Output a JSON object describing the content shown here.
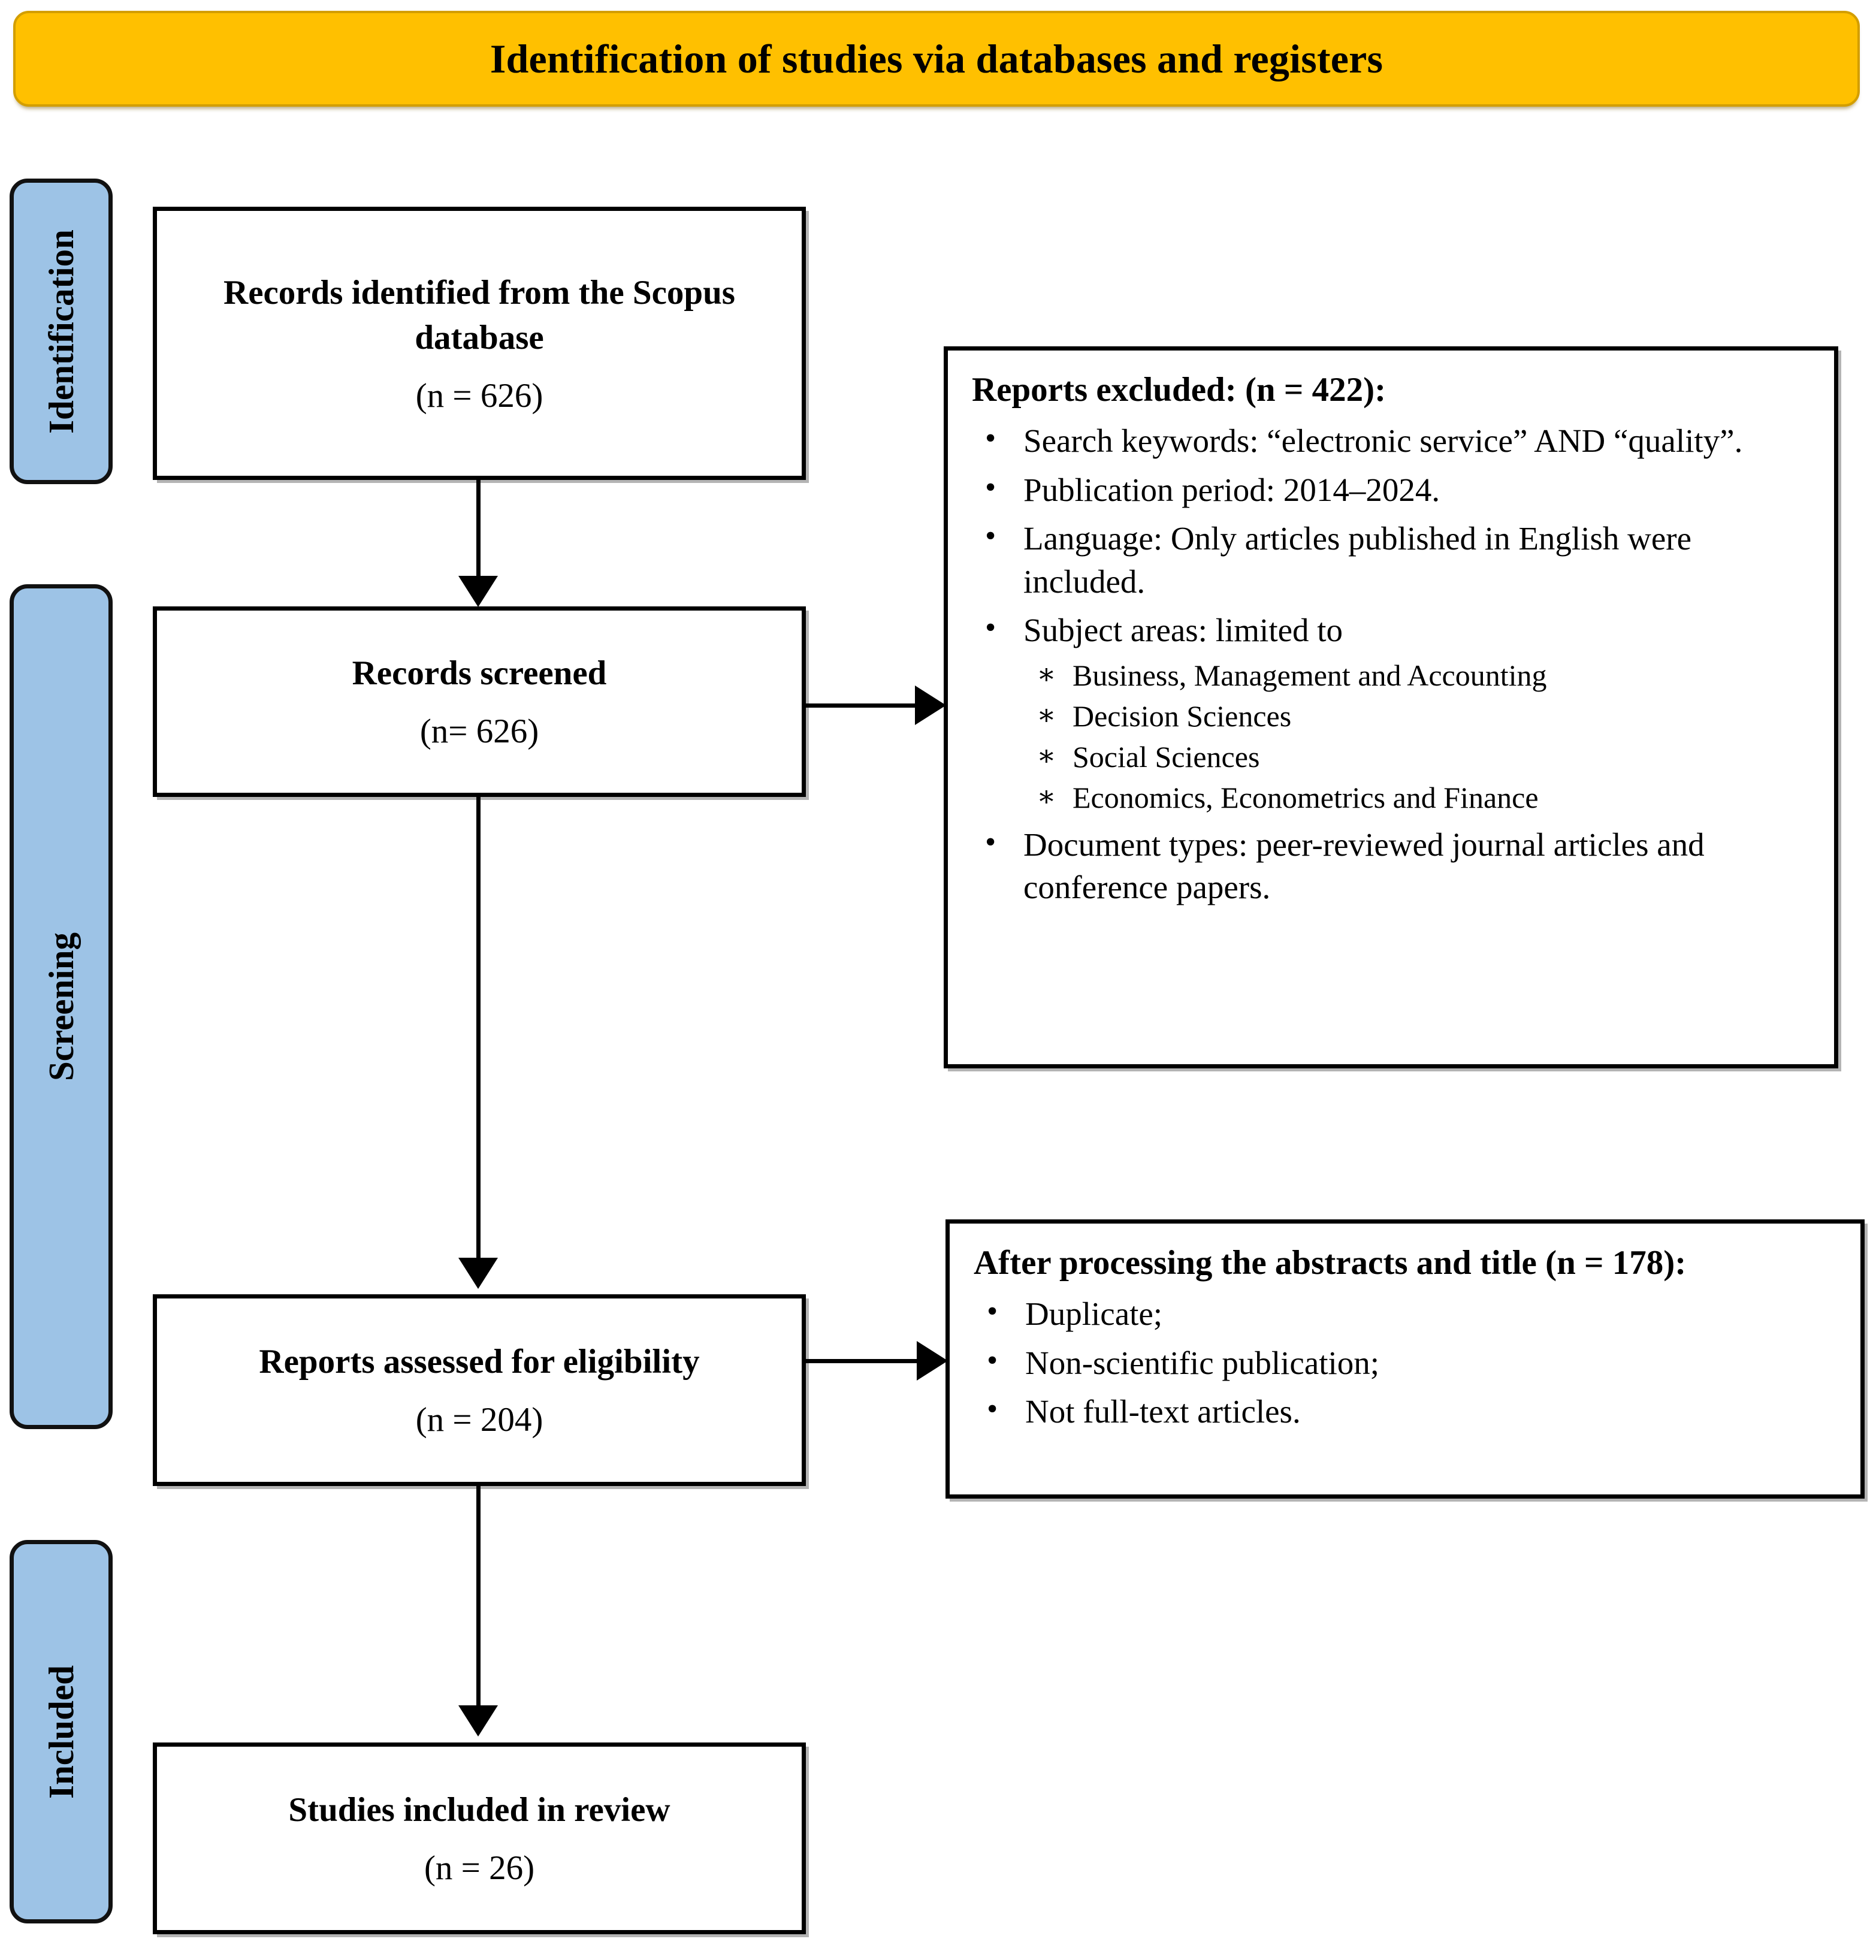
{
  "header": {
    "title": "Identification of studies via databases and registers",
    "background_color": "#FFC000"
  },
  "stages": {
    "bar_color": "#9DC3E6",
    "identification": "Identification",
    "screening": "Screening",
    "included": "Included"
  },
  "boxes": {
    "identified": {
      "title": "Records identified from the Scopus database",
      "count": "(n = 626)"
    },
    "screened": {
      "title": "Records screened",
      "count": "(n= 626)"
    },
    "eligibility": {
      "title": "Reports assessed for eligibility",
      "count": "(n = 204)"
    },
    "included": {
      "title": "Studies included in review",
      "count": "(n = 26)"
    },
    "excluded": {
      "heading": "Reports excluded: (n = 422):",
      "bullets": [
        "Search keywords: “electronic service” AND “quality”.",
        "Publication period: 2014–2024.",
        "Language: Only articles published in English were included.",
        "Subject areas: limited to",
        "Document types: peer-reviewed journal articles and conference papers."
      ],
      "subject_areas": [
        "Business, Management and Accounting",
        "Decision Sciences",
        "Social Sciences",
        "Economics, Econometrics and Finance"
      ]
    },
    "after_processing": {
      "heading": "After processing the abstracts and title (n = 178):",
      "bullets": [
        "Duplicate;",
        "Non-scientific publication;",
        "Not full-text articles."
      ]
    }
  }
}
